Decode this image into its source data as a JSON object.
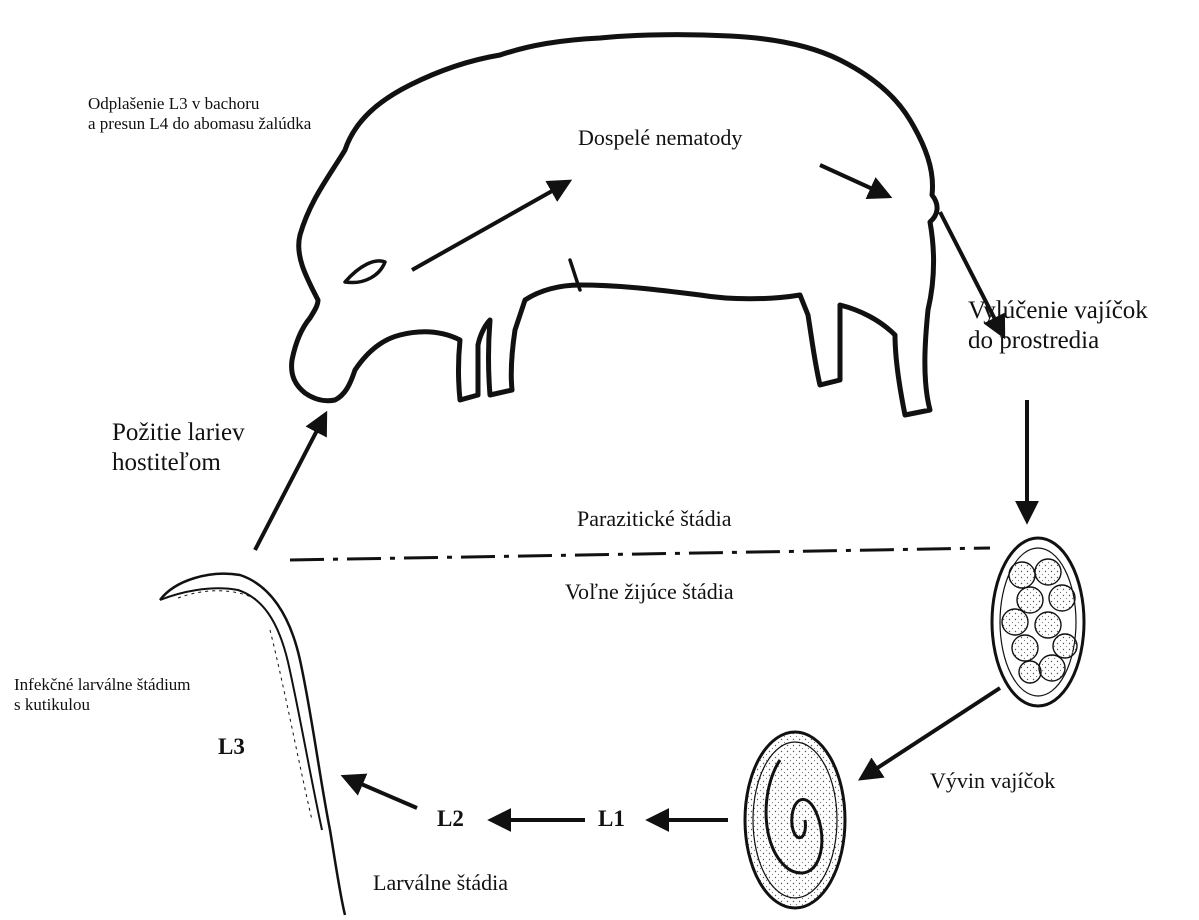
{
  "labels": {
    "molting": [
      "Odplašenie L3 v bachoru",
      "a presun L4 do abomasu žalúdka"
    ],
    "adults": "Dospelé nematody",
    "excretion": [
      "Vylúčenie vajíčok",
      "do prostredia"
    ],
    "ingestion": [
      "Požitie lariev",
      "hostiteľom"
    ],
    "parasitic": "Parazitické štádia",
    "freeliving": "Voľne žijúce štádia",
    "infective": [
      "Infekčné larválne štádium",
      "s kutikulou"
    ],
    "l3": "L3",
    "l2": "L2",
    "l1": "L1",
    "egg_development": "Vývin vajíčok",
    "larval_stages": "Larválne štádia"
  },
  "icons": [
    "sheep-icon",
    "egg-icon",
    "embryonated-egg-icon",
    "larva-icon"
  ],
  "colors": {
    "ink": "#111111",
    "background": "#ffffff"
  }
}
